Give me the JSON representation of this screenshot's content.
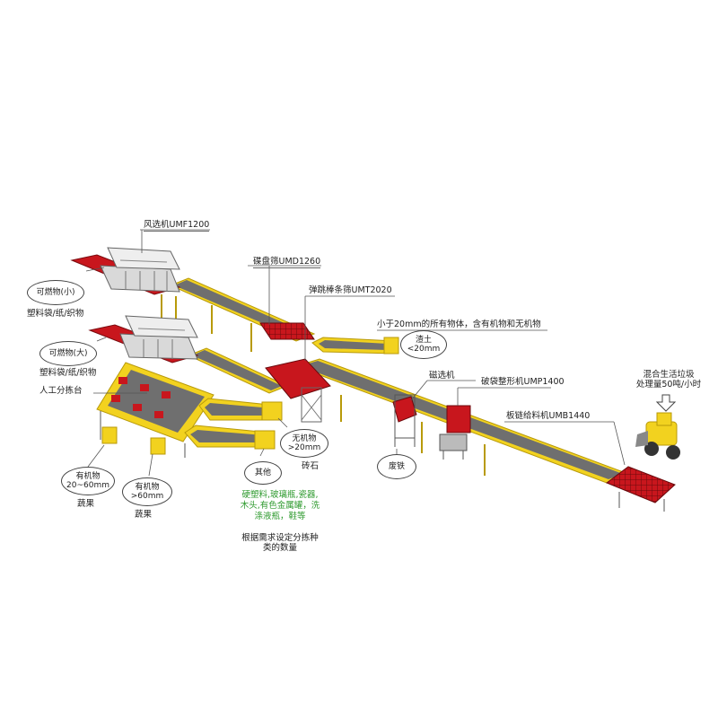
{
  "labels": {
    "wind_separator": "风选机UMF1200",
    "disc_screen": "碟盘筛UMD1260",
    "bounce_screen": "弹跳棒条筛UMT2020",
    "fines_note": "小于20mm的所有物体，含有机物和无机物",
    "soil": "渣土",
    "soil_size": "<20mm",
    "magnet": "磁选机",
    "bag_opener": "破袋整形机UMP1400",
    "chain_feeder": "板链给料机UMB1440",
    "scrap_iron": "废铁",
    "waste_line1": "混合生活垃圾",
    "waste_line2": "处理量50吨/小时",
    "combustible_small": "可燃物(小)",
    "combustible_small_sub": "塑料袋/纸/织物",
    "combustible_large": "可燃物(大)",
    "combustible_large_sub": "塑料袋/纸/织物",
    "manual_sorting": "人工分拣台",
    "organic_small": "有机物",
    "organic_small_size": "20~60mm",
    "organic_small_sub": "蔬果",
    "organic_large": "有机物",
    "organic_large_size": ">60mm",
    "organic_large_sub": "蔬果",
    "inorganic": "无机物",
    "inorganic_size": ">20mm",
    "inorganic_sub": "砖石",
    "others": "其他",
    "others_detail_1": "硬塑料,玻璃瓶,瓷器,",
    "others_detail_2": "木头,有色金属罐，洗",
    "others_detail_3": "涤液瓶，鞋等",
    "note_1": "根据需求设定分拣种",
    "note_2": "类的数量"
  },
  "colors": {
    "frame": "#f2d21f",
    "frame_dark": "#b89a0a",
    "belt": "#6f6f6f",
    "belt_light": "#9a9a9a",
    "machine_red": "#c8161d",
    "hood_grey": "#d9d9d9",
    "green_text": "#2e9a2e"
  }
}
